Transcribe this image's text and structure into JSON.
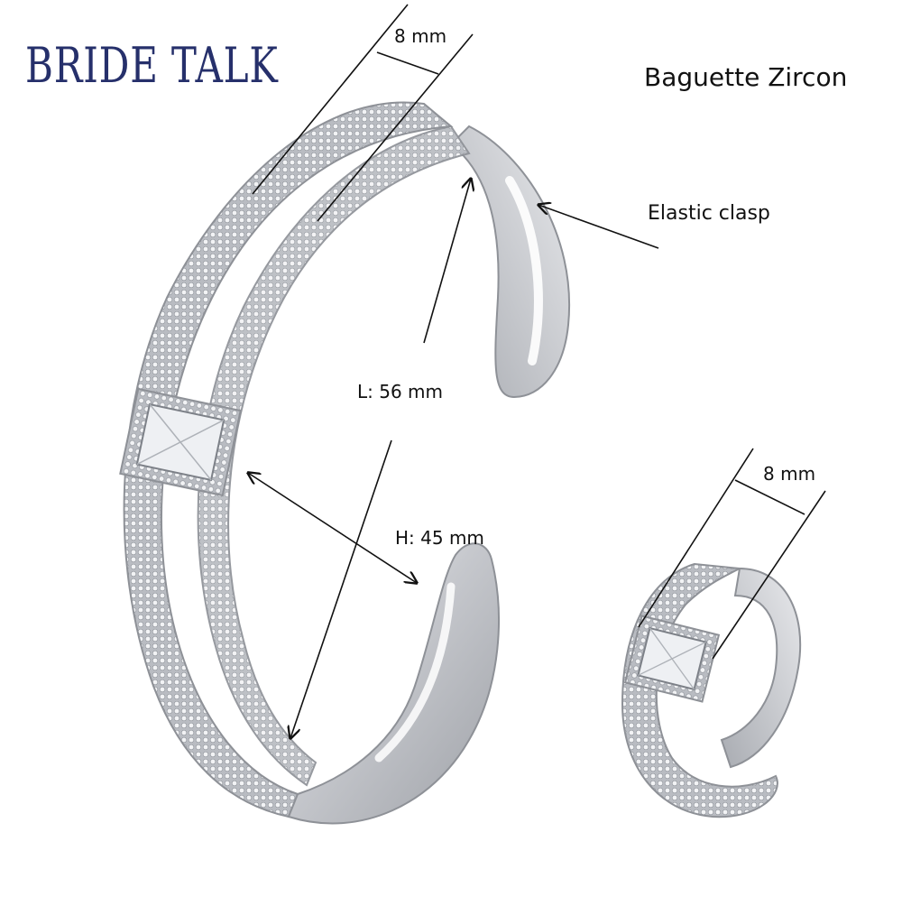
{
  "brand": {
    "name": "BRIDE TALK"
  },
  "title": "Baguette Zircon",
  "labels": {
    "bangle_width": "8 mm",
    "ring_width": "8 mm",
    "clasp": "Elastic clasp",
    "length": "L: 56 mm",
    "height": "H: 45 mm"
  },
  "colors": {
    "brand": "#26306b",
    "metal": "#c9cbd0",
    "ink": "#111111"
  }
}
